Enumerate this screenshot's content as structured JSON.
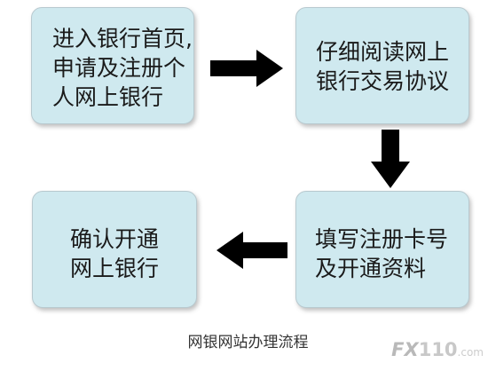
{
  "flow": {
    "steps": [
      {
        "lines": [
          "进入银行首页,",
          "申请及注册个",
          "人网上银行"
        ]
      },
      {
        "lines": [
          "仔细阅读网上",
          "银行交易协议"
        ]
      },
      {
        "lines": [
          "填写注册卡号",
          "及开通资料"
        ]
      },
      {
        "lines": [
          "确认开通",
          "网上银行"
        ]
      }
    ],
    "caption": "网银网站办理流程"
  },
  "watermark": {
    "brand": "FX",
    "number": "110",
    "domain": ".com"
  },
  "colors": {
    "box_fill": "#cfe9ef",
    "arrow": "#000000",
    "text": "#1a1a1a"
  }
}
